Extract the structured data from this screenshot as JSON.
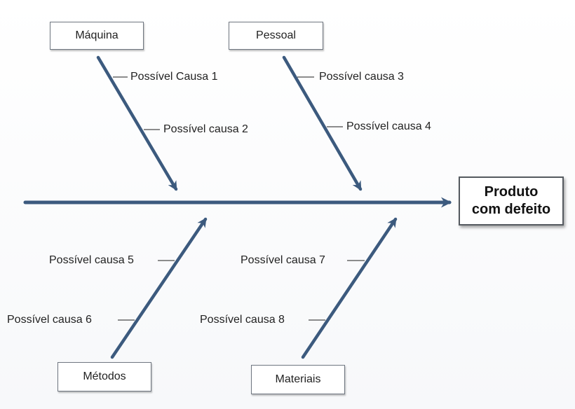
{
  "diagram": {
    "effect": {
      "line1": "Produto",
      "line2": "com defeito"
    },
    "categories": {
      "maquina": "Máquina",
      "pessoal": "Pessoal",
      "metodos": "Métodos",
      "materiais": "Materiais"
    },
    "causes": {
      "c1": "Possível Causa 1",
      "c2": "Possível causa 2",
      "c3": "Possível causa 3",
      "c4": "Possível causa 4",
      "c5": "Possível causa 5",
      "c6": "Possível causa 6",
      "c7": "Possível causa 7",
      "c8": "Possível causa 8"
    },
    "colors": {
      "arrow": "#3c5a7e",
      "tick": "#4a4a4a"
    }
  }
}
